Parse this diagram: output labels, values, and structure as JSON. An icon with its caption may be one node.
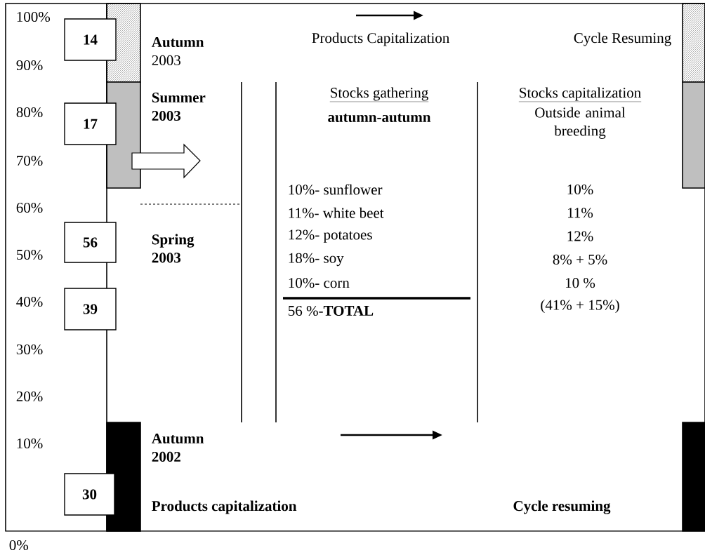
{
  "diagram": {
    "nodes": [
      {
        "text": [
          "14"
        ]
      },
      {
        "text": [
          "17"
        ]
      },
      {
        "text": [
          "56"
        ]
      },
      {
        "text": [
          "39"
        ]
      },
      {
        "text": [
          "30"
        ]
      },
      {
        "text": [
          "**Autumn** 2003",
          "Products Capitalization",
          "Cycle Resuming"
        ]
      },
      {
        "text": [
          "Summer 2003"
        ]
      },
      {
        "text": [
          "Spring 2003"
        ]
      },
      {
        "text": [
          "Stocks gathering",
          "autumn-autumn",
          "10%- sunflower",
          "11%- white beet",
          "12%- potatoes",
          "18%- soy",
          "10%- corn",
          "56 %-**TOTAL**"
        ]
      },
      {
        "text": [
          "Stocks capitalization",
          "Outside animal breeding",
          "10%",
          "11%",
          "12%",
          "8% + 5%",
          "10 %",
          "(41% + 15%)"
        ]
      },
      {
        "text": [
          "Autumn 2002",
          "Products capitalization",
          "Cycle resuming"
        ]
      }
    ],
    "labels": [
      "100%",
      "90%",
      "80%",
      "70%",
      "60%",
      "50%",
      "40%",
      "30%",
      "20%",
      "10%",
      "0%"
    ]
  }
}
